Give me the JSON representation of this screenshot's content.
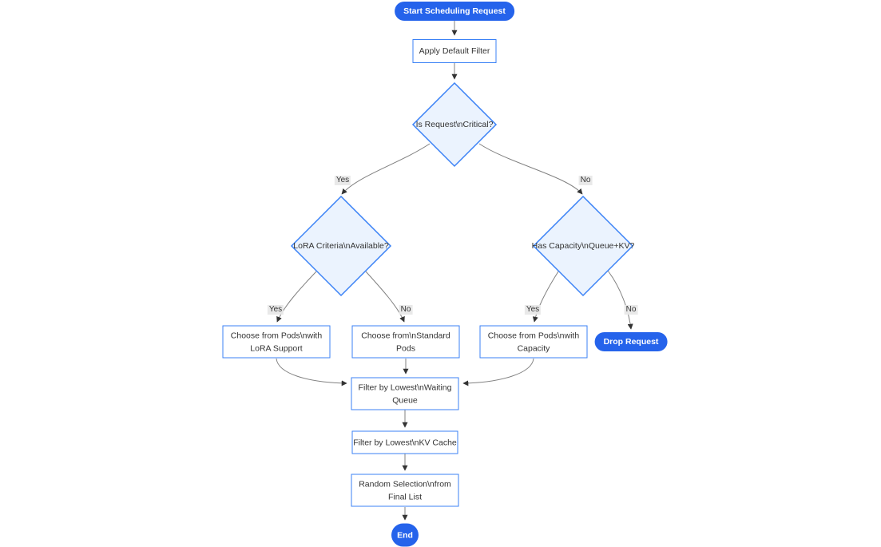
{
  "diagram": {
    "nodes": {
      "start": "Start Scheduling Request",
      "apply_filter": "Apply Default Filter",
      "is_critical": "Is Request\\nCritical?",
      "lora_criteria": "LoRA Criteria\\nAvailable?",
      "has_capacity": "Has Capacity\\nQueue+KV?",
      "choose_lora": {
        "line1": "Choose from Pods\\nwith",
        "line2": "LoRA Support"
      },
      "choose_standard": {
        "line1": "Choose from\\nStandard",
        "line2": "Pods"
      },
      "choose_capacity": {
        "line1": "Choose from Pods\\nwith",
        "line2": "Capacity"
      },
      "drop_request": "Drop Request",
      "filter_waiting": {
        "line1": "Filter by Lowest\\nWaiting",
        "line2": "Queue"
      },
      "filter_kv": "Filter by Lowest\\nKV Cache",
      "random_selection": {
        "line1": "Random Selection\\nfrom",
        "line2": "Final List"
      },
      "end": "End"
    },
    "edge_labels": {
      "critical_yes": "Yes",
      "critical_no": "No",
      "lora_yes": "Yes",
      "lora_no": "No",
      "capacity_yes": "Yes",
      "capacity_no": "No"
    },
    "colors": {
      "accent_fill": "#2563eb",
      "decision_fill": "#ebf3fe",
      "node_border": "#3b82f6",
      "edge_line": "#808080",
      "arrowhead": "#333333",
      "edge_label_bg": "#e8e8e8",
      "text": "#333333"
    }
  }
}
